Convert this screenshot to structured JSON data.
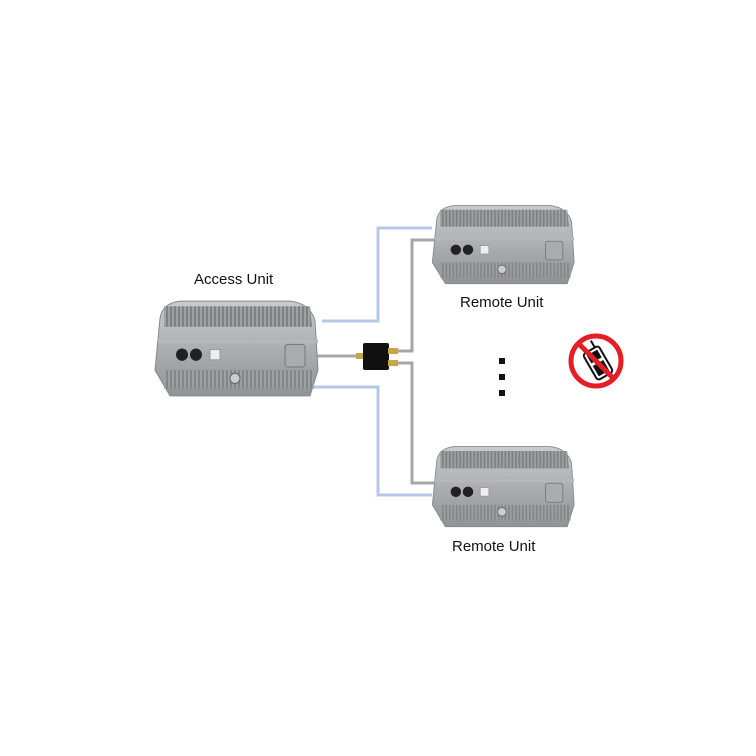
{
  "labels": {
    "access_unit": "Access Unit",
    "remote_unit_top": "Remote Unit",
    "remote_unit_bottom": "Remote Unit"
  },
  "colors": {
    "fiber_line": "#b4c8e6",
    "coax_line": "#a6a6a6",
    "no_phone": "#e31e24"
  },
  "icons": [
    "no-mobile-phone-icon",
    "ellipsis-vertical-icon",
    "splitter-icon"
  ]
}
